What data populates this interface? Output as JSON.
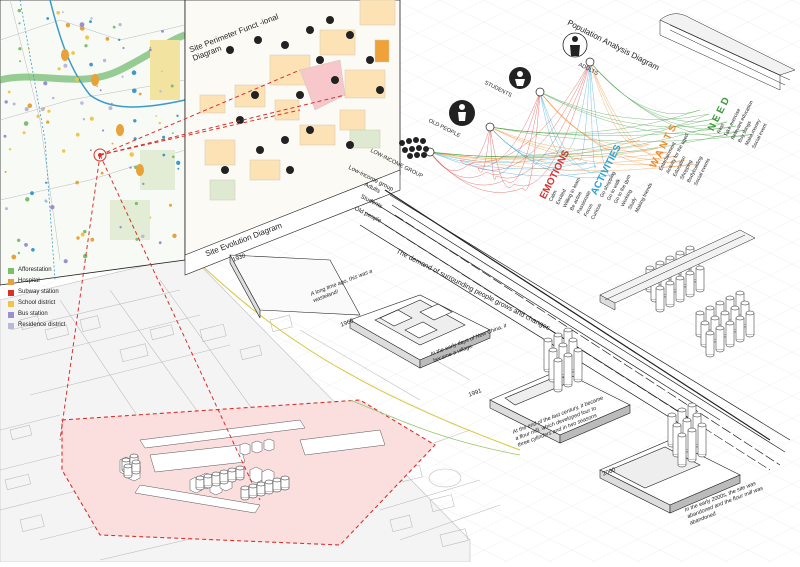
{
  "diagrams": {
    "site_perimeter": "Site Perimeter Funct -ional Diagram",
    "population": "Population Analysis Diagram",
    "evolution": "Site Evolution Diagram"
  },
  "legend": [
    {
      "label": "Afforestation",
      "color": "#7cbf6a"
    },
    {
      "label": "Hospital",
      "color": "#e8a23a"
    },
    {
      "label": "Subway station",
      "color": "#d9302c"
    },
    {
      "label": "School district",
      "color": "#f0c64a"
    },
    {
      "label": "Bus station",
      "color": "#9a8fd0"
    },
    {
      "label": "Residence district",
      "color": "#b8b8d8"
    }
  ],
  "groups": {
    "adults": "ADULTS",
    "students": "STUDENTS",
    "old_people": "OLD PEOPLE",
    "low_income": "LOW-INCOME GROUP"
  },
  "row_labels": [
    "Low-income group",
    "Adults",
    "Students",
    "Old people"
  ],
  "categories": {
    "emotions": {
      "label": "EMOTIONS",
      "color": "#d9302c",
      "items": [
        "Calm",
        "Excited",
        "Willing to learn",
        "Be active",
        "Passionate",
        "Focus",
        "Curious"
      ]
    },
    "activities": {
      "label": "ACTIVITIES",
      "color": "#2aa4d6",
      "items": [
        "Go shopping",
        "Go to walk",
        "Go to the gym",
        "Working",
        "Study",
        "Making friends"
      ]
    },
    "wants": {
      "label": "W A N T S",
      "color": "#f08a2a",
      "items": [
        "Entertainment",
        "Activity for the aged",
        "Education",
        "Shopping",
        "Bodybuilding",
        "Social events"
      ]
    },
    "need": {
      "label": "N E E D",
      "color": "#3a9a3a",
      "items": [
        "Rest",
        "Take exercise",
        "Relevant education",
        "Buy things",
        "Make money",
        "Social event"
      ]
    }
  },
  "timeline": {
    "years": [
      "1930",
      "1960",
      "1991",
      "2000"
    ],
    "captions": [
      "A long time ago, this was a wasteland!",
      "In the early days of New China, it became a village.",
      "At the end of the last century, it became a flour mill, which developed four to three cylinders and in two seasons",
      "In the early 2000s, the site was abandoned and the flour mill was abandoned"
    ],
    "demand_text": "The demand of surrounding people grows and changes"
  }
}
